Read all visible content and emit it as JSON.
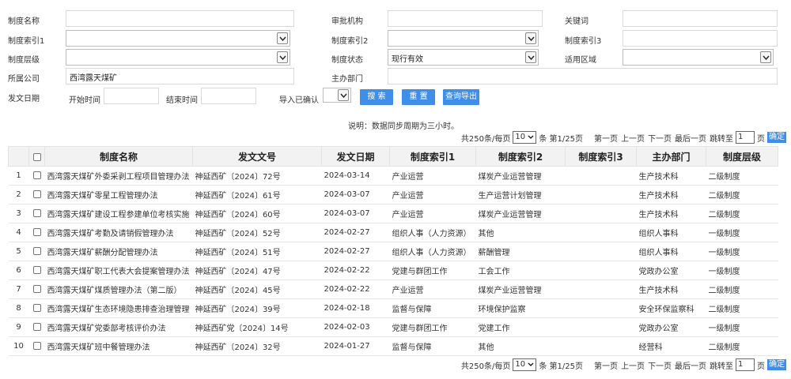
{
  "filters": {
    "zhidu_mingcheng": {
      "label": "制度名称",
      "value": ""
    },
    "shenpi_jigou": {
      "label": "审批机构",
      "value": ""
    },
    "guanjianci": {
      "label": "关键词",
      "value": ""
    },
    "suoyin1": {
      "label": "制度索引1",
      "value": ""
    },
    "suoyin2": {
      "label": "制度索引2",
      "value": ""
    },
    "suoyin3": {
      "label": "制度索引3",
      "value": ""
    },
    "cengji": {
      "label": "制度层级",
      "value": ""
    },
    "zhuangtai": {
      "label": "制度状态",
      "value": "现行有效"
    },
    "quyu": {
      "label": "适用区域",
      "value": ""
    },
    "gongsi": {
      "label": "所属公司",
      "value": "西湾露天煤矿"
    },
    "bumen": {
      "label": "主办部门",
      "value": ""
    },
    "fawen_riqi": {
      "label": "发文日期",
      "start_label": "开始时间",
      "start_value": "",
      "end_label": "结束时间",
      "end_value": ""
    },
    "daoru": {
      "label": "导入已确认",
      "value": ""
    }
  },
  "buttons": {
    "search": "搜 索",
    "reset": "重 置",
    "export": "查询导出"
  },
  "note": "说明：数据同步周期为三小时。",
  "pager": {
    "summary": "共250条/每页",
    "page_size": "10",
    "page_info": "条 第1/25页",
    "first": "第一页",
    "prev": "上一页",
    "next": "下一页",
    "last": "最后一页",
    "jump": "跳转至",
    "page_input": "1",
    "page_unit": "页",
    "go": "确定"
  },
  "table": {
    "headers": [
      "制度名称",
      "发文文号",
      "发文日期",
      "制度索引1",
      "制度索引2",
      "制度索引3",
      "主办部门",
      "制度层级"
    ],
    "rows": [
      {
        "idx": "1",
        "name": "西湾露天煤矿外委采剥工程项目管理办法",
        "doc": "神延西矿〔2024〕72号",
        "date": "2024-03-14",
        "s1": "产业运营",
        "s2": "煤炭产业运营管理",
        "s3": "",
        "dept": "生产技术科",
        "level": "二级制度"
      },
      {
        "idx": "2",
        "name": "西湾露天煤矿零星工程管理办法",
        "doc": "神延西矿〔2024〕61号",
        "date": "2024-03-07",
        "s1": "产业运营",
        "s2": "生产运营计划管理",
        "s3": "",
        "dept": "生产技术科",
        "level": "二级制度"
      },
      {
        "idx": "3",
        "name": "西湾露天煤矿建设工程参建单位考核实施",
        "doc": "神延西矿〔2024〕60号",
        "date": "2024-03-07",
        "s1": "产业运营",
        "s2": "煤炭产业运营管理",
        "s3": "",
        "dept": "生产技术科",
        "level": "二级制度"
      },
      {
        "idx": "4",
        "name": "西湾露天煤矿考勤及请销假管理办法",
        "doc": "神延西矿〔2024〕52号",
        "date": "2024-02-27",
        "s1": "组织人事（人力资源）",
        "s2": "其他",
        "s3": "",
        "dept": "组织人事科",
        "level": "一级制度"
      },
      {
        "idx": "5",
        "name": "西湾露天煤矿薪酬分配管理办法",
        "doc": "神延西矿〔2024〕51号",
        "date": "2024-02-27",
        "s1": "组织人事（人力资源）",
        "s2": "薪酬管理",
        "s3": "",
        "dept": "组织人事科",
        "level": "一级制度"
      },
      {
        "idx": "6",
        "name": "西湾露天煤矿职工代表大会提案管理办法",
        "doc": "神延西矿〔2024〕47号",
        "date": "2024-02-22",
        "s1": "党建与群团工作",
        "s2": "工会工作",
        "s3": "",
        "dept": "党政办公室",
        "level": "一级制度"
      },
      {
        "idx": "7",
        "name": "西湾露天煤矿煤质管理办法（第二版）",
        "doc": "神延西矿〔2024〕45号",
        "date": "2024-02-22",
        "s1": "产业运营",
        "s2": "煤炭产业运营管理",
        "s3": "",
        "dept": "生产技术科",
        "level": "二级制度"
      },
      {
        "idx": "8",
        "name": "西湾露天煤矿生态环境隐患排查治理管理",
        "doc": "神延西矿〔2024〕39号",
        "date": "2024-02-18",
        "s1": "监督与保障",
        "s2": "环境保护监察",
        "s3": "",
        "dept": "安全环保监察科",
        "level": "二级制度"
      },
      {
        "idx": "9",
        "name": "西湾露天煤矿党委部考核评价办法",
        "doc": "神延西矿党〔2024〕14号",
        "date": "2024-02-03",
        "s1": "党建与群团工作",
        "s2": "党建工作",
        "s3": "",
        "dept": "党政办公室",
        "level": "一级制度"
      },
      {
        "idx": "10",
        "name": "西湾露天煤矿班中餐管理办法",
        "doc": "神延西矿〔2024〕32号",
        "date": "2024-01-27",
        "s1": "监督与保障",
        "s2": "其他",
        "s3": "",
        "dept": "经营科",
        "level": "二级制度"
      }
    ]
  }
}
